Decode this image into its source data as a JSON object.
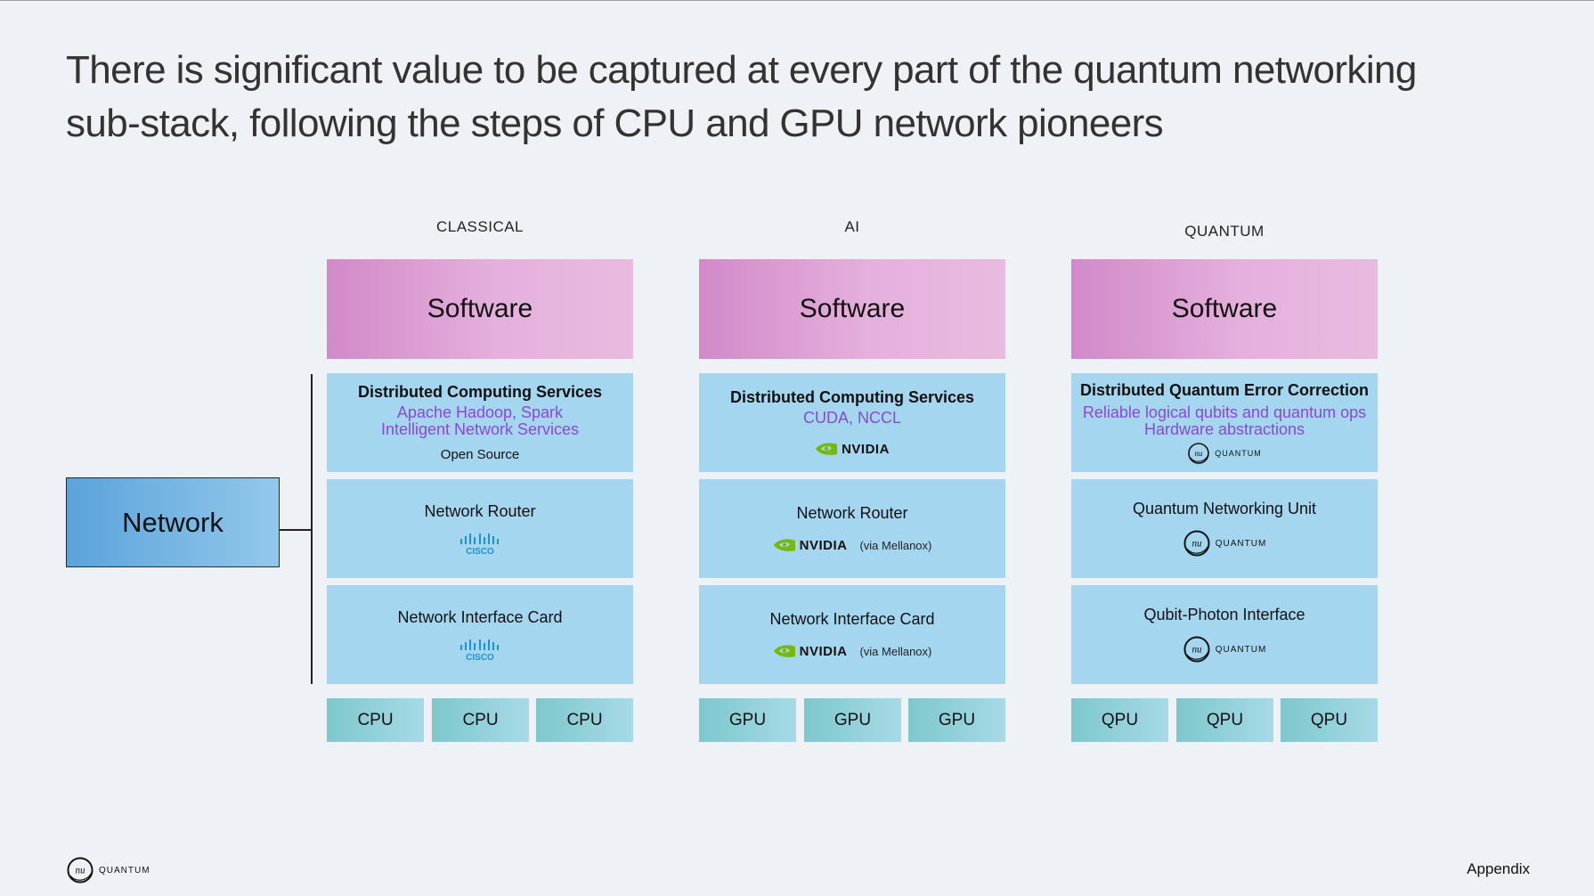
{
  "title_line1": "There is significant value to be captured at every part of the quantum networking",
  "title_line2": "sub-stack, following the steps of CPU and GPU network pioneers",
  "network_label": "Network",
  "brands": {
    "nvidia": "NVIDIA",
    "cisco": "CISCO",
    "nuquantum": "QUANTUM",
    "nu": "nu"
  },
  "colors": {
    "software": "#d98fce",
    "layer": "#a5d6ef",
    "chip": "#8ccfd6",
    "purple_text": "#8a48d8",
    "network": "#6aaee0"
  },
  "columns": [
    {
      "label": "CLASSICAL",
      "software": "Software",
      "services": {
        "title": "Distributed Computing Services",
        "sub1": "Apache Hadoop, Spark",
        "sub2": "Intelligent Network Services",
        "note": "Open Source"
      },
      "router": {
        "title": "Network Router",
        "logo": "cisco-logo"
      },
      "nic": {
        "title": "Network Interface Card",
        "logo": "cisco-logo"
      },
      "chips": [
        "CPU",
        "CPU",
        "CPU"
      ]
    },
    {
      "label": "AI",
      "software": "Software",
      "services": {
        "title": "Distributed Computing Services",
        "sub1": "CUDA, NCCL",
        "logo": "nvidia-logo"
      },
      "router": {
        "title": "Network Router",
        "logo": "nvidia-logo",
        "via": "(via Mellanox)"
      },
      "nic": {
        "title": "Network Interface Card",
        "logo": "nvidia-logo",
        "via": "(via Mellanox)"
      },
      "chips": [
        "GPU",
        "GPU",
        "GPU"
      ]
    },
    {
      "label": "QUANTUM",
      "software": "Software",
      "services": {
        "title": "Distributed Quantum Error Correction",
        "sub1": "Reliable logical qubits and quantum ops",
        "sub2": "Hardware abstractions",
        "logo": "nu-quantum-logo"
      },
      "router": {
        "title": "Quantum Networking Unit",
        "logo": "nu-quantum-logo"
      },
      "nic": {
        "title": "Qubit-Photon Interface",
        "logo": "nu-quantum-logo"
      },
      "chips": [
        "QPU",
        "QPU",
        "QPU"
      ]
    }
  ],
  "footer": {
    "right": "Appendix"
  }
}
